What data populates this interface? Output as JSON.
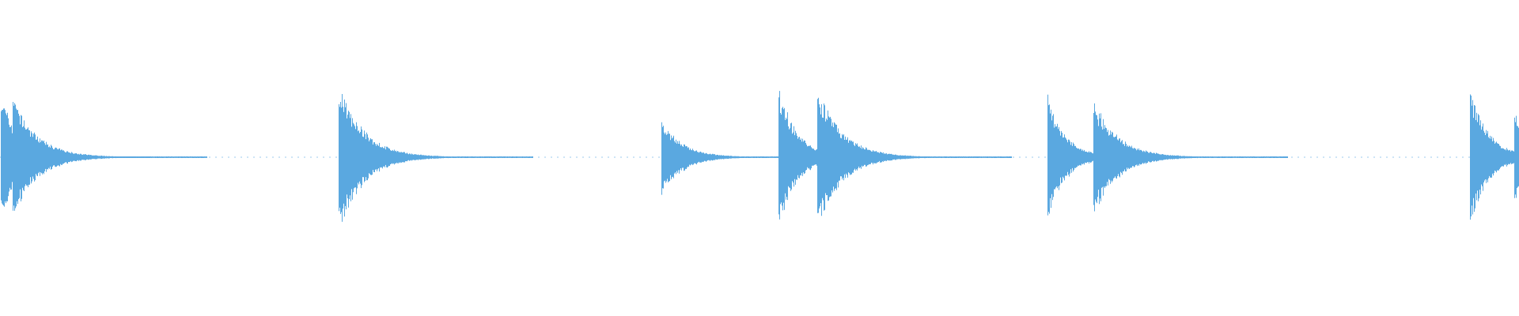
{
  "waveform": {
    "color": "#5aa8e0",
    "background": "#ffffff",
    "amplitude_scale": 1.0,
    "onsets": [
      {
        "t": 0.0005,
        "peak": 0.42,
        "decay": 0.012
      },
      {
        "t": 0.0085,
        "peak": 0.4,
        "decay": 0.016
      },
      {
        "t": 0.223,
        "peak": 0.5,
        "decay": 0.016
      },
      {
        "t": 0.4355,
        "peak": 0.25,
        "decay": 0.014
      },
      {
        "t": 0.5125,
        "peak": 0.47,
        "decay": 0.012
      },
      {
        "t": 0.538,
        "peak": 0.47,
        "decay": 0.016
      },
      {
        "t": 0.6895,
        "peak": 0.4,
        "decay": 0.012
      },
      {
        "t": 0.72,
        "peak": 0.38,
        "decay": 0.016
      },
      {
        "t": 0.9675,
        "peak": 0.45,
        "decay": 0.012
      },
      {
        "t": 0.997,
        "peak": 0.33,
        "decay": 0.008
      }
    ]
  }
}
